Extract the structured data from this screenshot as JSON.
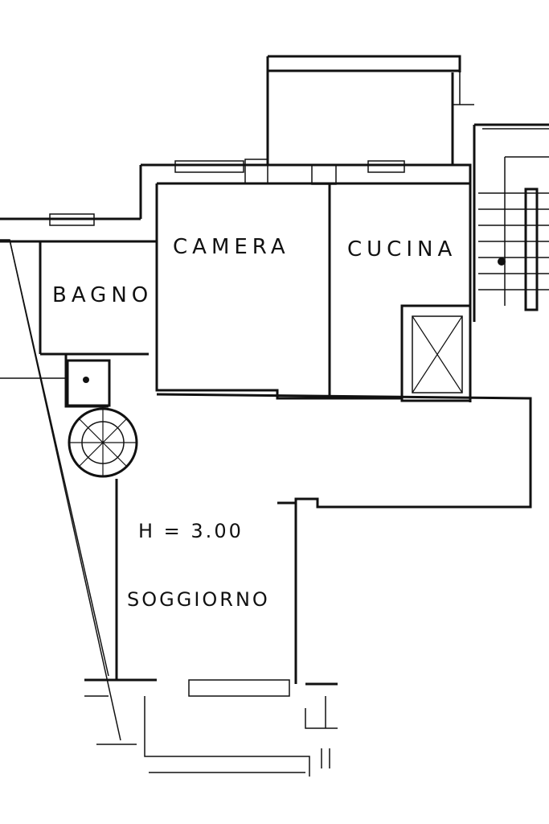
{
  "rooms": {
    "bagno": "BAGNO",
    "camera": "CAMERA",
    "cucina": "CUCINA",
    "soggiorno": "SOGGIORNO"
  },
  "ceiling_height": "H = 3.00",
  "colors": {
    "ink": "#111111",
    "paper": "#ffffff"
  }
}
